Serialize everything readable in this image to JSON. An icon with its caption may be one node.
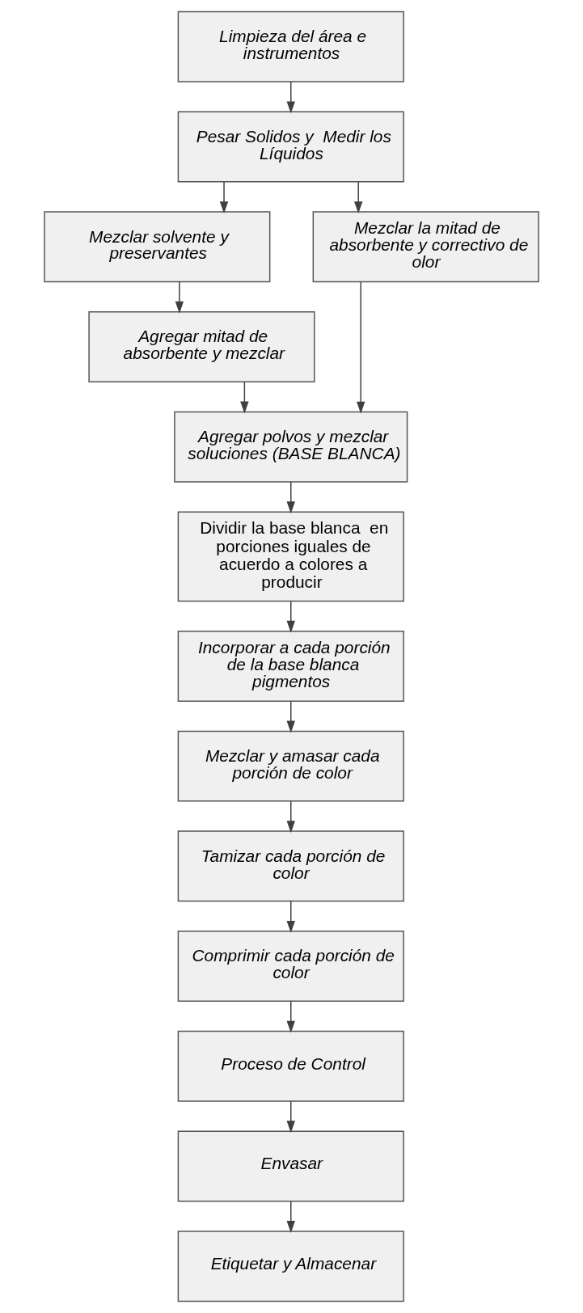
{
  "diagram": {
    "nodes": [
      {
        "text": [
          "Limpieza del área e instrumentos"
        ]
      },
      {
        "text": [
          "Pesar Solidos y  Medir los Líquidos"
        ]
      },
      {
        "text": [
          "Mezclar solvente y preservantes"
        ]
      },
      {
        "text": [
          "Mezclar la mitad de absorbente y correctivo de olor"
        ]
      },
      {
        "text": [
          "Agregar mitad de absorbente y mezclar"
        ]
      },
      {
        "text": [
          "Agregar polvos y mezclar soluciones (BASE BLANCA)"
        ]
      },
      {
        "text": [
          "Dividir la base blanca  en porciones iguales de acuerdo a colores a producir"
        ]
      },
      {
        "text": [
          "Incorporar a cada porción de la base blanca pigmentos"
        ]
      },
      {
        "text": [
          "Mezclar y amasar cada porción de color"
        ]
      },
      {
        "text": [
          "Tamizar cada porción de color"
        ]
      },
      {
        "text": [
          "Comprimir cada porción de color"
        ]
      },
      {
        "text": [
          "Proceso de Control"
        ]
      },
      {
        "text": [
          "Envasar"
        ]
      },
      {
        "text": [
          "Etiquetar y Almacenar"
        ]
      }
    ],
    "edges": [
      {
        "from": 0,
        "to": 1,
        "arrow": "to"
      },
      {
        "from": 1,
        "to": 2,
        "arrow": "to"
      },
      {
        "from": 1,
        "to": 3,
        "arrow": "to"
      },
      {
        "from": 2,
        "to": 4,
        "arrow": "to"
      },
      {
        "from": 4,
        "to": 5,
        "arrow": "to"
      },
      {
        "from": 3,
        "to": 5,
        "arrow": "to"
      },
      {
        "from": 5,
        "to": 6,
        "arrow": "to"
      },
      {
        "from": 6,
        "to": 7,
        "arrow": "to"
      },
      {
        "from": 7,
        "to": 8,
        "arrow": "to"
      },
      {
        "from": 8,
        "to": 9,
        "arrow": "to"
      },
      {
        "from": 9,
        "to": 10,
        "arrow": "to"
      },
      {
        "from": 10,
        "to": 11,
        "arrow": "to"
      },
      {
        "from": 11,
        "to": 12,
        "arrow": "to"
      },
      {
        "from": 12,
        "to": 13,
        "arrow": "to"
      }
    ]
  }
}
